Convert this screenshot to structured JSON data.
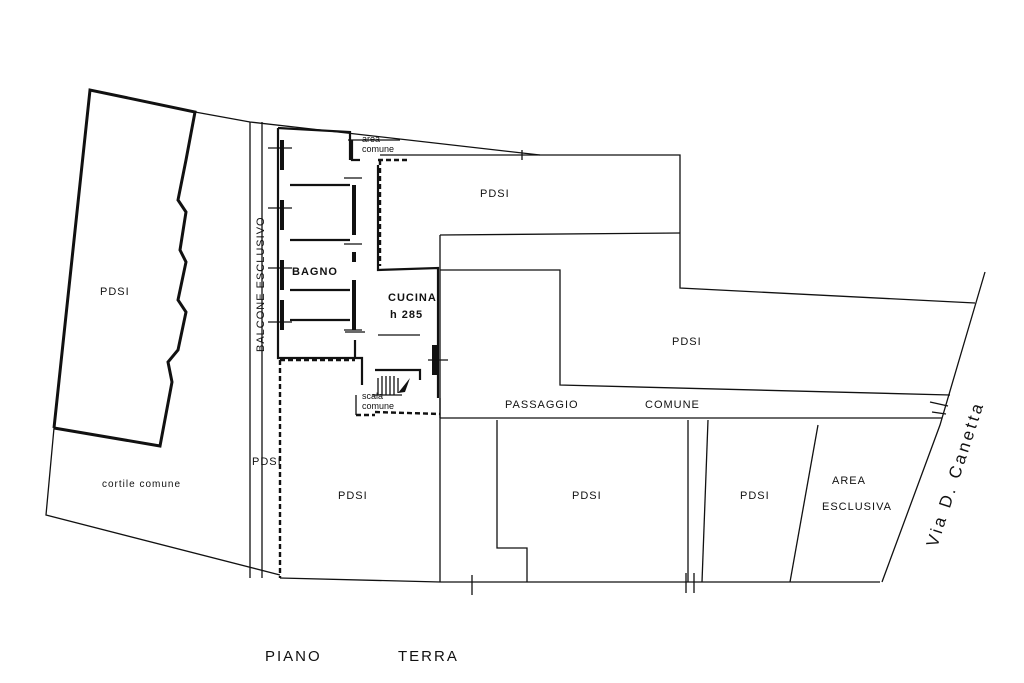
{
  "labels": {
    "pdsi_left": "PDSI",
    "pdsi_top": "PDSI",
    "pdsi_right_mid": "PDSI",
    "pdsi_narrow": "PDSI",
    "pdsi_bottom_1": "PDSI",
    "pdsi_bottom_2": "PDSI",
    "pdsi_bottom_3": "PDSI",
    "cortile": "cortile comune",
    "balcone": "BALCONE ESCLUSIVO",
    "bagno": "BAGNO",
    "cucina": "CUCINA",
    "cucina_h": "h 285",
    "area_comune_1": "area",
    "area_comune_2": "comune",
    "scala_1": "scala",
    "scala_2": "comune",
    "passaggio": "PASSAGGIO",
    "comune": "COMUNE",
    "area_esclusiva_1": "AREA",
    "area_esclusiva_2": "ESCLUSIVA",
    "street": "Via D. Canetta",
    "title_1": "PIANO",
    "title_2": "TERRA"
  }
}
